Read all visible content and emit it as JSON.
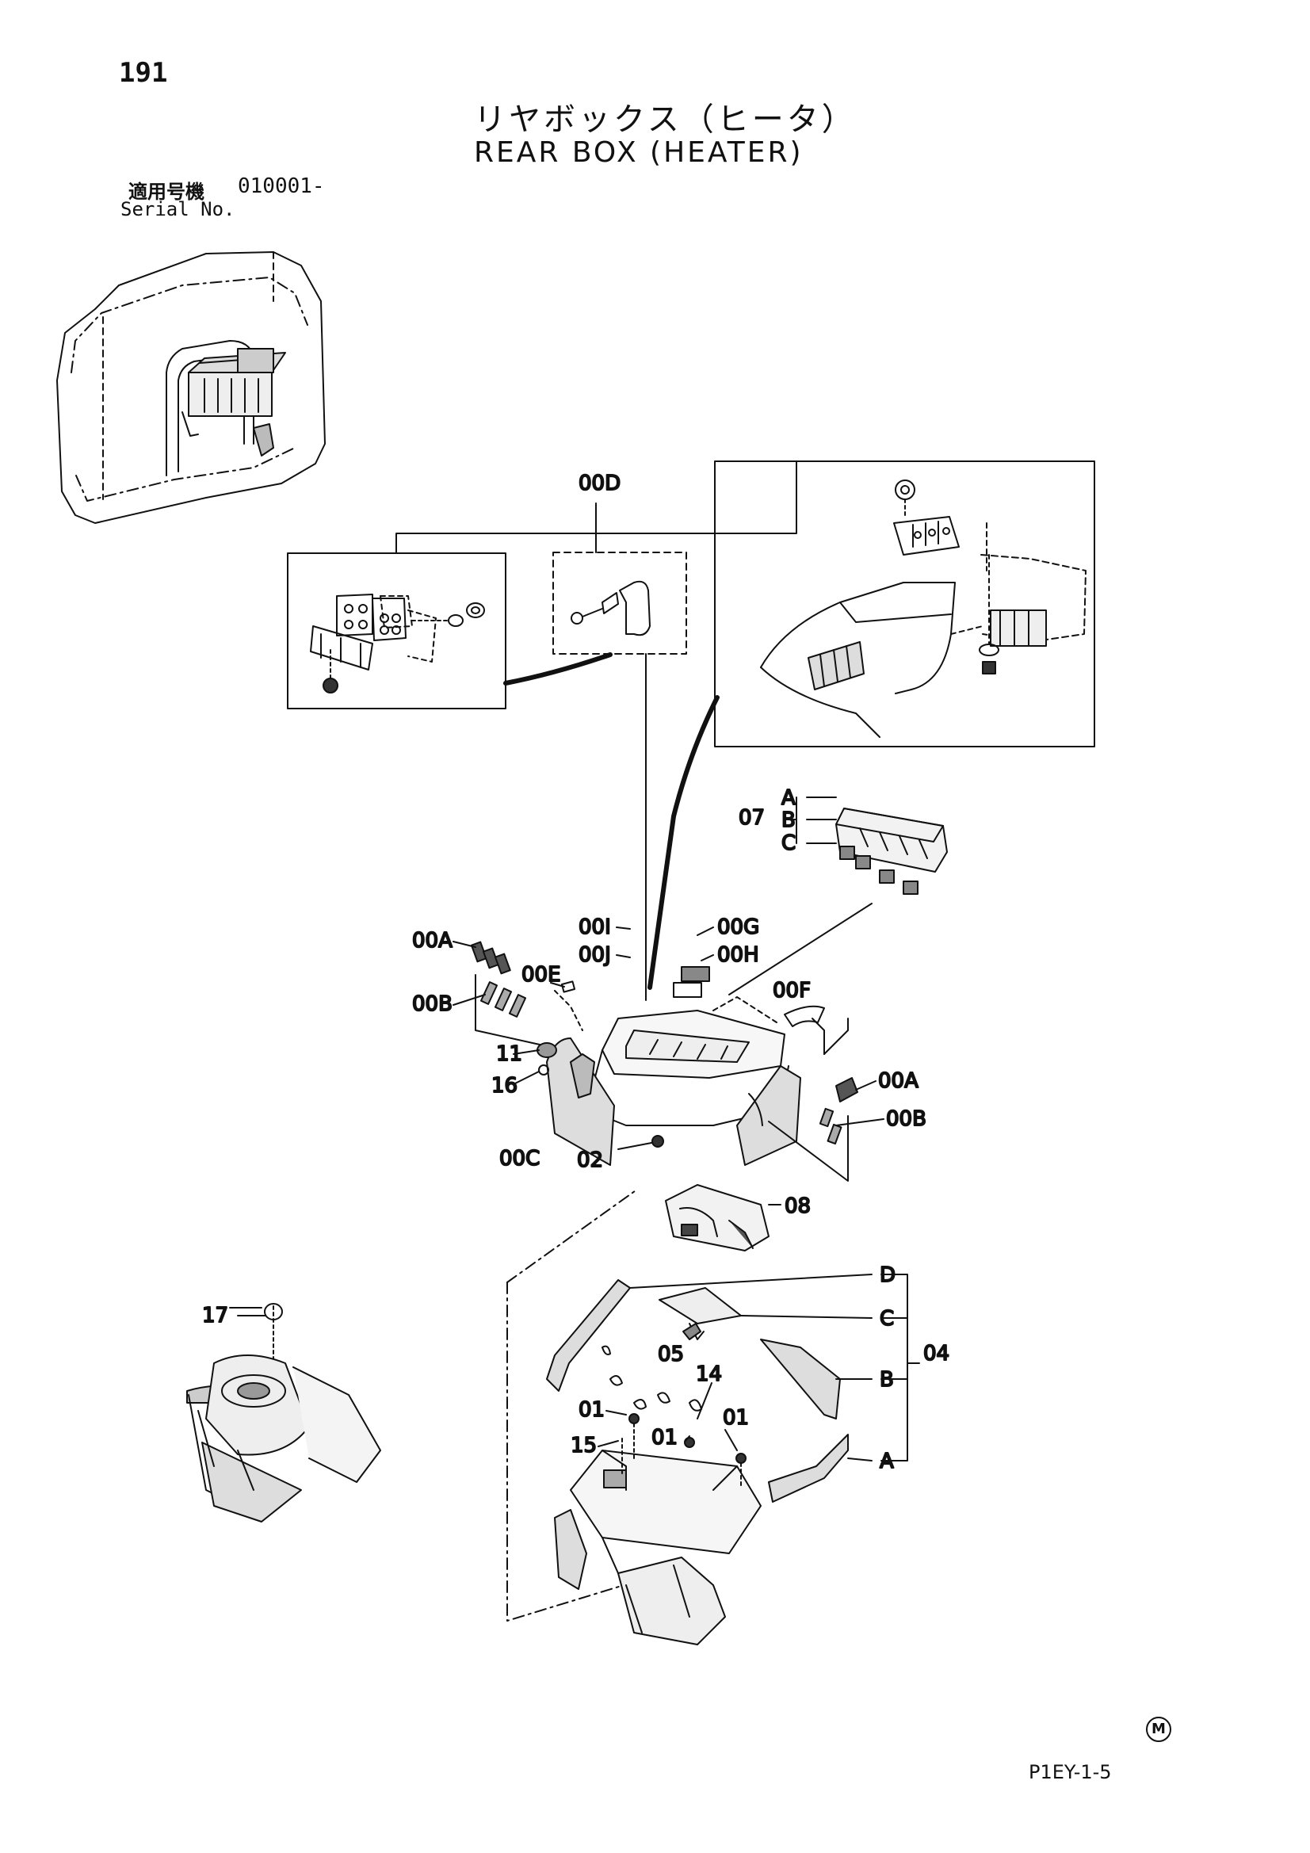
{
  "page_number": "191",
  "title_ja": "リヤボックス（ヒータ）",
  "title_en": "REAR BOX (HEATER)",
  "serial": {
    "label_ja": "適用号機",
    "value": "010001-",
    "label_en": "Serial No."
  },
  "callouts": {
    "c00D": "00D",
    "c07": "07",
    "c07A": "A",
    "c07B": "B",
    "c07C": "C",
    "c00A_left": "00A",
    "c00B_left": "00B",
    "c00E": "00E",
    "c00I": "00I",
    "c00J": "00J",
    "c00G": "00G",
    "c00H": "00H",
    "c00F": "00F",
    "c11": "11",
    "c16": "16",
    "c00A_right": "00A",
    "c00B_right": "00B",
    "c00C": "00C",
    "c02": "02",
    "c08": "08",
    "c04": "04",
    "c04D": "D",
    "c04C": "C",
    "c04B": "B",
    "c04A": "A",
    "c05": "05",
    "c14": "14",
    "c01_a": "01",
    "c01_b": "01",
    "c01_c": "01",
    "c15": "15",
    "c17": "17"
  },
  "footer": {
    "mark": "M",
    "code": "P1EY-1-5"
  }
}
